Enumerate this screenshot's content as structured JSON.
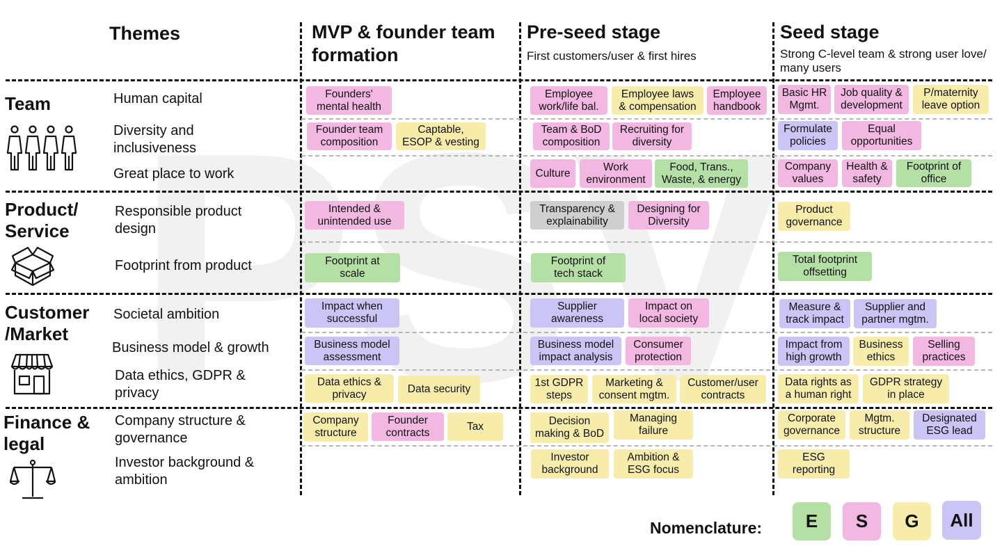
{
  "watermark": "PSV",
  "headers": {
    "themes": "Themes",
    "stages": [
      {
        "title": "MVP & founder team formation",
        "subtitle": ""
      },
      {
        "title": "Pre-seed stage",
        "subtitle": "First customers/user & first hires"
      },
      {
        "title": "Seed stage",
        "subtitle": "Strong C-level team & strong user love/ many users"
      }
    ]
  },
  "categories": [
    {
      "label": "Team",
      "icon": "team-people-icon"
    },
    {
      "label": "Product/ Service",
      "icon": "box-icon"
    },
    {
      "label": "Customer /Market",
      "icon": "storefront-icon"
    },
    {
      "label": "Finance & legal",
      "icon": "scales-icon"
    }
  ],
  "themes": [
    "Human capital",
    "Diversity and inclusiveness",
    "Great place to work",
    "Responsible product design",
    "Footprint from product",
    "Societal ambition",
    "Business model & growth",
    "Data ethics, GDPR & privacy",
    "Company structure & governance",
    "Investor background & ambition"
  ],
  "chips": [
    {
      "text": "Founders'\nmental health",
      "type": "S"
    },
    {
      "text": "Founder team\ncomposition",
      "type": "S"
    },
    {
      "text": "Captable,\nESOP & vesting",
      "type": "G"
    },
    {
      "text": "Intended &\nunintended use",
      "type": "S"
    },
    {
      "text": "Footprint at\nscale",
      "type": "E"
    },
    {
      "text": "Impact when\nsuccessful",
      "type": "A"
    },
    {
      "text": "Business model\nassessment",
      "type": "A"
    },
    {
      "text": "Data ethics &\nprivacy",
      "type": "G"
    },
    {
      "text": "Data security",
      "type": "G"
    },
    {
      "text": "Company\nstructure",
      "type": "G"
    },
    {
      "text": "Founder\ncontracts",
      "type": "S"
    },
    {
      "text": "Tax",
      "type": "G"
    },
    {
      "text": "Employee\nwork/life bal.",
      "type": "S"
    },
    {
      "text": "Employee laws\n& compensation",
      "type": "G"
    },
    {
      "text": "Employee\nhandbook",
      "type": "S"
    },
    {
      "text": "Team & BoD\ncomposition",
      "type": "S"
    },
    {
      "text": "Recruiting for\ndiversity",
      "type": "S"
    },
    {
      "text": "Culture",
      "type": "S"
    },
    {
      "text": "Work\nenvironment",
      "type": "S"
    },
    {
      "text": "Food, Trans.,\nWaste, & energy",
      "type": "E"
    },
    {
      "text": "Transparency &\nexplainability",
      "type": "N"
    },
    {
      "text": "Designing for\nDiversity",
      "type": "S"
    },
    {
      "text": "Footprint of\ntech stack",
      "type": "E"
    },
    {
      "text": "Supplier\nawareness",
      "type": "A"
    },
    {
      "text": "Impact on\nlocal society",
      "type": "S"
    },
    {
      "text": "Business model\nimpact analysis",
      "type": "A"
    },
    {
      "text": "Consumer\nprotection",
      "type": "S"
    },
    {
      "text": "1st GDPR\nsteps",
      "type": "G"
    },
    {
      "text": "Marketing &\nconsent mgtm.",
      "type": "G"
    },
    {
      "text": "Customer/user\ncontracts",
      "type": "G"
    },
    {
      "text": "Decision\nmaking & BoD",
      "type": "G"
    },
    {
      "text": "Managing\nfailure",
      "type": "G"
    },
    {
      "text": "Investor\nbackground",
      "type": "G"
    },
    {
      "text": "Ambition &\nESG focus",
      "type": "G"
    },
    {
      "text": "Basic HR\nMgmt.",
      "type": "S"
    },
    {
      "text": "Job quality &\ndevelopment",
      "type": "S"
    },
    {
      "text": "P/maternity\nleave option",
      "type": "G"
    },
    {
      "text": "Formulate\npolicies",
      "type": "A"
    },
    {
      "text": "Equal\nopportunities",
      "type": "S"
    },
    {
      "text": "Company\nvalues",
      "type": "S"
    },
    {
      "text": "Health &\nsafety",
      "type": "S"
    },
    {
      "text": "Footprint of\noffice",
      "type": "E"
    },
    {
      "text": "Product\ngovernance",
      "type": "G"
    },
    {
      "text": "Total footprint\noffsetting",
      "type": "E"
    },
    {
      "text": "Measure &\ntrack impact",
      "type": "A"
    },
    {
      "text": "Supplier and\npartner mgtm.",
      "type": "A"
    },
    {
      "text": "Impact from\nhigh growth",
      "type": "A"
    },
    {
      "text": "Business\nethics",
      "type": "G"
    },
    {
      "text": "Selling\npractices",
      "type": "S"
    },
    {
      "text": "Data rights as\na human right",
      "type": "G"
    },
    {
      "text": "GDPR strategy\nin place",
      "type": "G"
    },
    {
      "text": "Corporate\ngovernance",
      "type": "G"
    },
    {
      "text": "Mgtm.\nstructure",
      "type": "G"
    },
    {
      "text": "Designated\nESG lead",
      "type": "A"
    },
    {
      "text": "ESG\nreporting",
      "type": "G"
    }
  ],
  "nomenclature": {
    "label": "Nomenclature:",
    "items": [
      {
        "label": "E",
        "color": "#b4e0a6"
      },
      {
        "label": "S",
        "color": "#f3b8e2"
      },
      {
        "label": "G",
        "color": "#f8ecab"
      },
      {
        "label": "All",
        "color": "#cbc5f6"
      }
    ]
  },
  "colors": {
    "E": "#b4e0a6",
    "S": "#f3b8e2",
    "G": "#f8ecab",
    "All": "#cbc5f6",
    "neutral": "#cfcfcf"
  }
}
